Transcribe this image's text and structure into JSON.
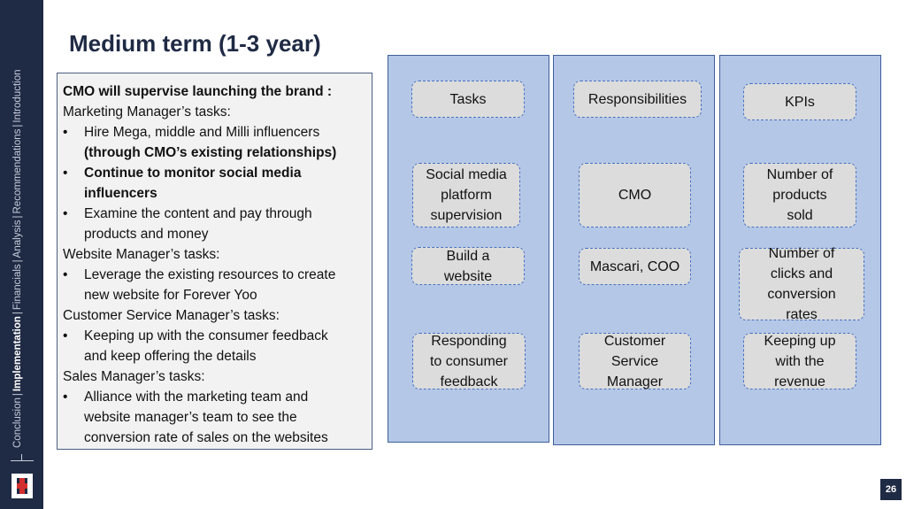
{
  "nav": {
    "items": [
      "Conclusion",
      "Implementation",
      "Financials",
      "Analysis",
      "Recommendations",
      "Introduction"
    ],
    "active": "Implementation"
  },
  "title": "Medium term (1-3 year)",
  "textbox": {
    "lines": [
      {
        "type": "text",
        "text": "CMO will supervise launching the brand :",
        "bold": true
      },
      {
        "type": "text",
        "text": " Marketing Manager’s tasks:",
        "bold": false
      },
      {
        "type": "bullet",
        "text": "Hire Mega, middle and Milli influencers",
        "bold": false
      },
      {
        "type": "cont",
        "text": "(through CMO’s existing relationships)",
        "bold": true
      },
      {
        "type": "bullet",
        "text": "Continue to monitor social media",
        "bold": true
      },
      {
        "type": "cont",
        "text": "influencers",
        "bold": true
      },
      {
        "type": "bullet",
        "text": "Examine the content and pay through",
        "bold": false
      },
      {
        "type": "cont",
        "text": "products and money",
        "bold": false
      },
      {
        "type": "text",
        "text": "Website Manager’s tasks:",
        "bold": false
      },
      {
        "type": "bullet",
        "text": "Leverage the existing resources to create",
        "bold": false
      },
      {
        "type": "cont",
        "text": "new website for Forever Yoo",
        "bold": false
      },
      {
        "type": "text",
        "text": "Customer Service Manager’s tasks:",
        "bold": false
      },
      {
        "type": "bullet",
        "text": "Keeping up with the consumer feedback",
        "bold": false
      },
      {
        "type": "cont",
        "text": "and keep offering the details",
        "bold": false
      },
      {
        "type": "text",
        "text": "Sales Manager’s tasks:",
        "bold": false
      },
      {
        "type": "bullet",
        "text": "Alliance with the marketing team and",
        "bold": false
      },
      {
        "type": "cont",
        "text": "website manager’s team to see the",
        "bold": false
      },
      {
        "type": "cont",
        "text": "conversion rate of sales on the websites",
        "bold": false
      }
    ]
  },
  "columns": {
    "tasks": {
      "header": "Tasks",
      "items": [
        "Social media\nplatform\nsupervision",
        "Build a\nwebsite",
        "Responding\nto consumer\nfeedback"
      ]
    },
    "responsibilities": {
      "header": "Responsibilities",
      "items": [
        "CMO",
        "Mascari, COO",
        "Customer\nService\nManager"
      ]
    },
    "kpis": {
      "header": "KPIs",
      "items": [
        "Number of\nproducts\nsold",
        "Number of\nclicks and\nconversion\nrates",
        "Keeping up\nwith the\nrevenue"
      ]
    }
  },
  "page_number": "26",
  "colors": {
    "navy": "#1f2a44",
    "column_fill": "#b4c7e7",
    "pill_fill": "#dcdcdc",
    "pill_border": "#4472c4"
  }
}
